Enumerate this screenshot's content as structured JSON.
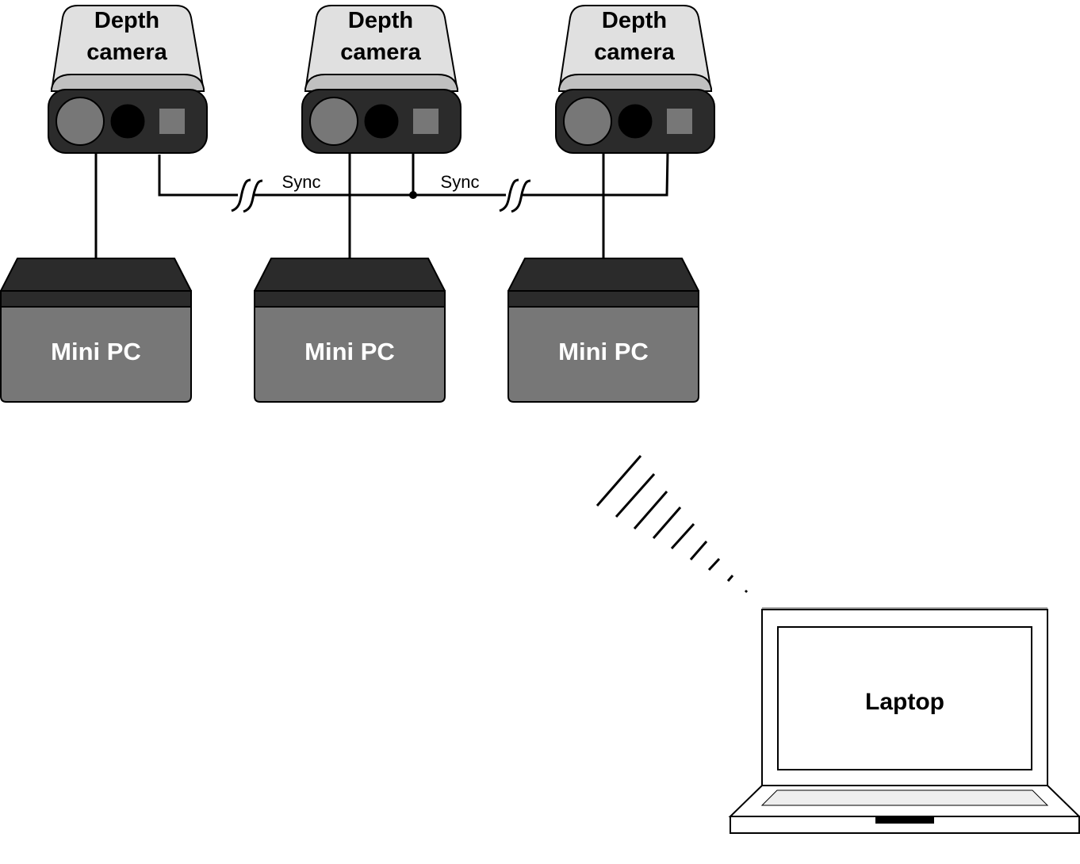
{
  "cameras": [
    {
      "line1": "Depth",
      "line2": "camera"
    },
    {
      "line1": "Depth",
      "line2": "camera"
    },
    {
      "line1": "Depth",
      "line2": "camera"
    }
  ],
  "mini_pcs": [
    {
      "label": "Mini PC"
    },
    {
      "label": "Mini PC"
    },
    {
      "label": "Mini PC"
    }
  ],
  "sync_labels": [
    "Sync",
    "Sync"
  ],
  "laptop": {
    "label": "Laptop"
  },
  "colors": {
    "camera_hood": "#e0e0e0",
    "camera_band": "#c0c0c0",
    "camera_body": "#2b2b2b",
    "lens_gray": "#777777",
    "pc_top": "#2b2b2b",
    "pc_body": "#777777",
    "line": "#000000"
  }
}
